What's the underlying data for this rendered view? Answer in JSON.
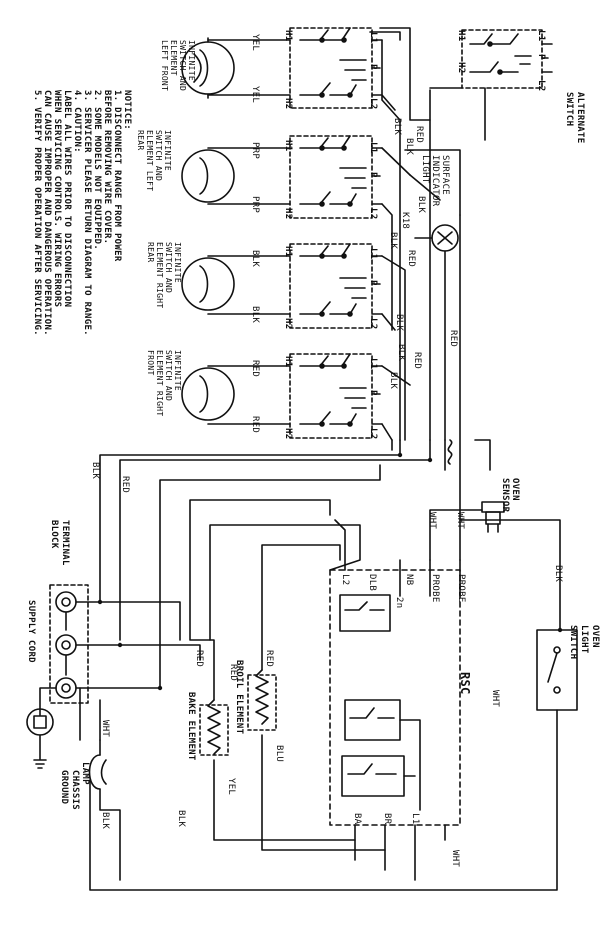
{
  "notice": {
    "lines": [
      "NOTICE:",
      "1.  DISCONNECT RANGE FROM POWER",
      "    BEFORE REMOVING WIRE COVER.",
      "2.  SOME MODELS NOT EQUIPPED.",
      "3.  SERVICER PLEASE RETURN DIAGRAM TO RANGE.",
      "4.  CAUTION:",
      "    LABEL ALL WIRES PRIOR TO DISCONNECTION",
      "    WHEN SERVICING CONTROLS. WIRING ERRORS",
      "    CAN CAUSE IMPROPER AND DANGEROUS OPERATION.",
      "5.  VERIFY PROPER OPERATION AFTER SERVICING."
    ]
  },
  "switches": [
    {
      "label": "INFINITE SWITCH AND ELEMENT LEFT FRONT",
      "wire": "YEL"
    },
    {
      "label": "INFINITE SWITCH AND ELEMENT LEFT REAR",
      "wire": "PRP"
    },
    {
      "label": "INFINITE SWITCH AND ELEMENT RIGHT REAR",
      "wire": "BLK"
    },
    {
      "label": "INFINITE SWITCH AND ELEMENT RIGHT FRONT",
      "wire": "RED"
    }
  ],
  "terminals": {
    "h1": "H1",
    "h2": "H2",
    "l1": "L1",
    "l2": "L2",
    "p": "P"
  },
  "alt_switch": {
    "label": "ALTERNATE SWITCH",
    "h1": "H1",
    "h2": "H2",
    "l1": "L1",
    "l2": "L2",
    "p": "P"
  },
  "wires": {
    "blk": "BLK",
    "red": "RED",
    "wht": "WHT",
    "yel": "YEL",
    "blu": "BLU",
    "prp": "PRP",
    "k18": "K18"
  },
  "components": {
    "surface_light": "SURFACE INDICATOR LIGHT",
    "terminal_block": "TERMINAL BLOCK",
    "supply_cord": "SUPPLY CORD",
    "chassis_ground": "CHASSIS GROUND",
    "lamp": "LAMP",
    "bake_element": "BAKE ELEMENT",
    "broil_element": "BROIL ELEMENT",
    "oven_sensor": "OVEN SENSOR",
    "oven_light_switch": "OVEN LIGHT SWITCH",
    "rsc": "RSC",
    "dlb": "DLB",
    "probe_a": "PROBE",
    "probe_b": "PROBE",
    "nb": "NB",
    "two_n": "2n",
    "ba": "BA",
    "br": "BR"
  }
}
